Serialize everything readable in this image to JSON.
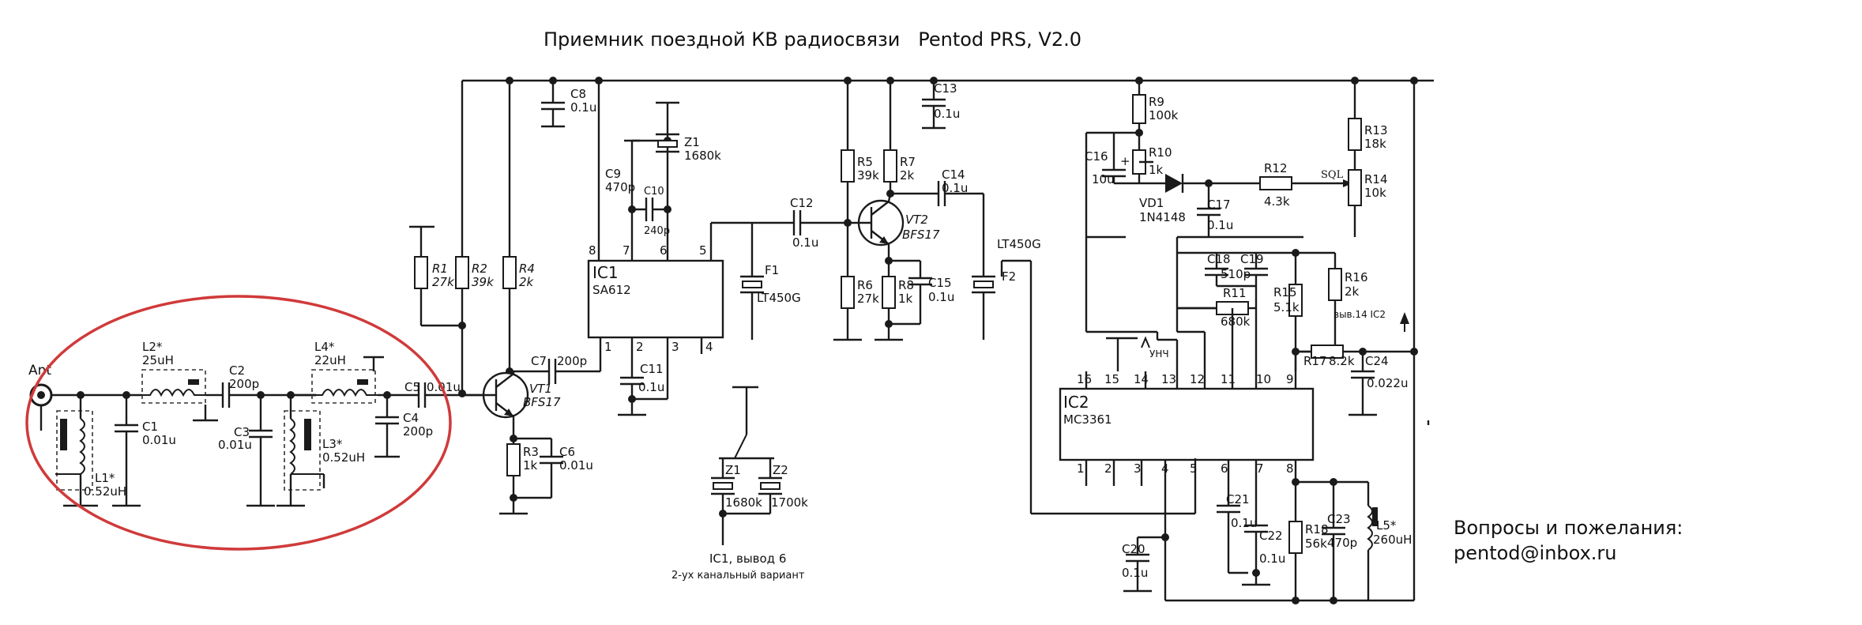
{
  "title": "Приемник поездной КВ радиосвязи   Pentod PRS, V2.0",
  "contact": {
    "line1": "Вопросы и пожелания:",
    "line2": "pentod@inbox.ru"
  },
  "colors": {
    "wire": "#1a1a1a",
    "highlight": "#d03a3a"
  },
  "components": {
    "ant": "Ant",
    "l1": [
      "L1*",
      "0.52uH"
    ],
    "c1": [
      "C1",
      "0.01u"
    ],
    "l2": [
      "L2*",
      "25uH"
    ],
    "c2": [
      "C2",
      "200p"
    ],
    "c3": [
      "C3",
      "0.01u"
    ],
    "l3": [
      "L3*",
      "0.52uH"
    ],
    "l4": [
      "L4*",
      "22uH"
    ],
    "c4": [
      "C4",
      "200p"
    ],
    "c5": [
      "C5",
      "0.01u"
    ],
    "r1": [
      "R1",
      "27k"
    ],
    "r2": [
      "R2",
      "39k"
    ],
    "r4": [
      "R4",
      "2k"
    ],
    "vt1": [
      "VT1",
      "BFS17"
    ],
    "c7": [
      "C7",
      "200p"
    ],
    "r3": [
      "R3",
      "1k"
    ],
    "c6": [
      "C6",
      "0.01u"
    ],
    "c8": [
      "C8",
      "0.1u"
    ],
    "ic1": [
      "IC1",
      "SA612"
    ],
    "ic1_pins": [
      "8",
      "7",
      "6",
      "5",
      "1",
      "2",
      "3",
      "4"
    ],
    "c9": [
      "C9",
      "470p"
    ],
    "c10": [
      "C10",
      "240p"
    ],
    "z1": [
      "Z1",
      "1680k"
    ],
    "c11": [
      "C11",
      "0.1u"
    ],
    "f1": [
      "F1",
      "LT450G"
    ],
    "c12": [
      "C12",
      "0.1u"
    ],
    "r5": [
      "R5",
      "39k"
    ],
    "r6": [
      "R6",
      "27k"
    ],
    "r7": [
      "R7",
      "2k"
    ],
    "c13": [
      "C13",
      "0.1u"
    ],
    "vt2": [
      "VT2",
      "BFS17"
    ],
    "c14": [
      "C14",
      "0.1u"
    ],
    "r8": [
      "R8",
      "1k"
    ],
    "c15": [
      "C15",
      "0.1u"
    ],
    "f2": [
      "F2",
      "LT450G"
    ],
    "z1b": [
      "Z1",
      "1680k"
    ],
    "z2": [
      "Z2",
      "1700k"
    ],
    "note1": "IC1, вывод 6",
    "note2": "2-ух канальный вариант",
    "r9": [
      "R9",
      "100k"
    ],
    "c16": [
      "C16",
      "10u",
      "+"
    ],
    "r10": [
      "R10",
      "1k"
    ],
    "vd1": [
      "VD1",
      "1N4148"
    ],
    "c17": [
      "C17",
      "0.1u"
    ],
    "r12": [
      "R12",
      "4.3k"
    ],
    "sql": "SQL",
    "r13": [
      "R13",
      "18k"
    ],
    "r14": [
      "R14",
      "10k"
    ],
    "c18": [
      "C18",
      "510p"
    ],
    "c19": [
      "C19",
      ""
    ],
    "r11": [
      "R11",
      "680k"
    ],
    "r15": [
      "R15",
      "5.1k"
    ],
    "r16": [
      "R16",
      "2k"
    ],
    "pin14": "выв.14 IC2",
    "r17": [
      "R17",
      "8.2k"
    ],
    "c24": [
      "C24",
      "0.022u"
    ],
    "unch": "УНЧ",
    "ic2": [
      "IC2",
      "MC3361"
    ],
    "ic2_top": [
      "16",
      "15",
      "14",
      "13",
      "12",
      "11",
      "10",
      "9"
    ],
    "ic2_bot": [
      "1",
      "2",
      "3",
      "4",
      "5",
      "6",
      "7",
      "8"
    ],
    "c20": [
      "C20",
      "0.1u"
    ],
    "c21": [
      "C21",
      "0.1u"
    ],
    "c22": [
      "C22",
      "0.1u"
    ],
    "r18": [
      "R18",
      "56k"
    ],
    "c23": [
      "C23",
      "470p"
    ],
    "l5": [
      "L5*",
      "260uH"
    ]
  }
}
